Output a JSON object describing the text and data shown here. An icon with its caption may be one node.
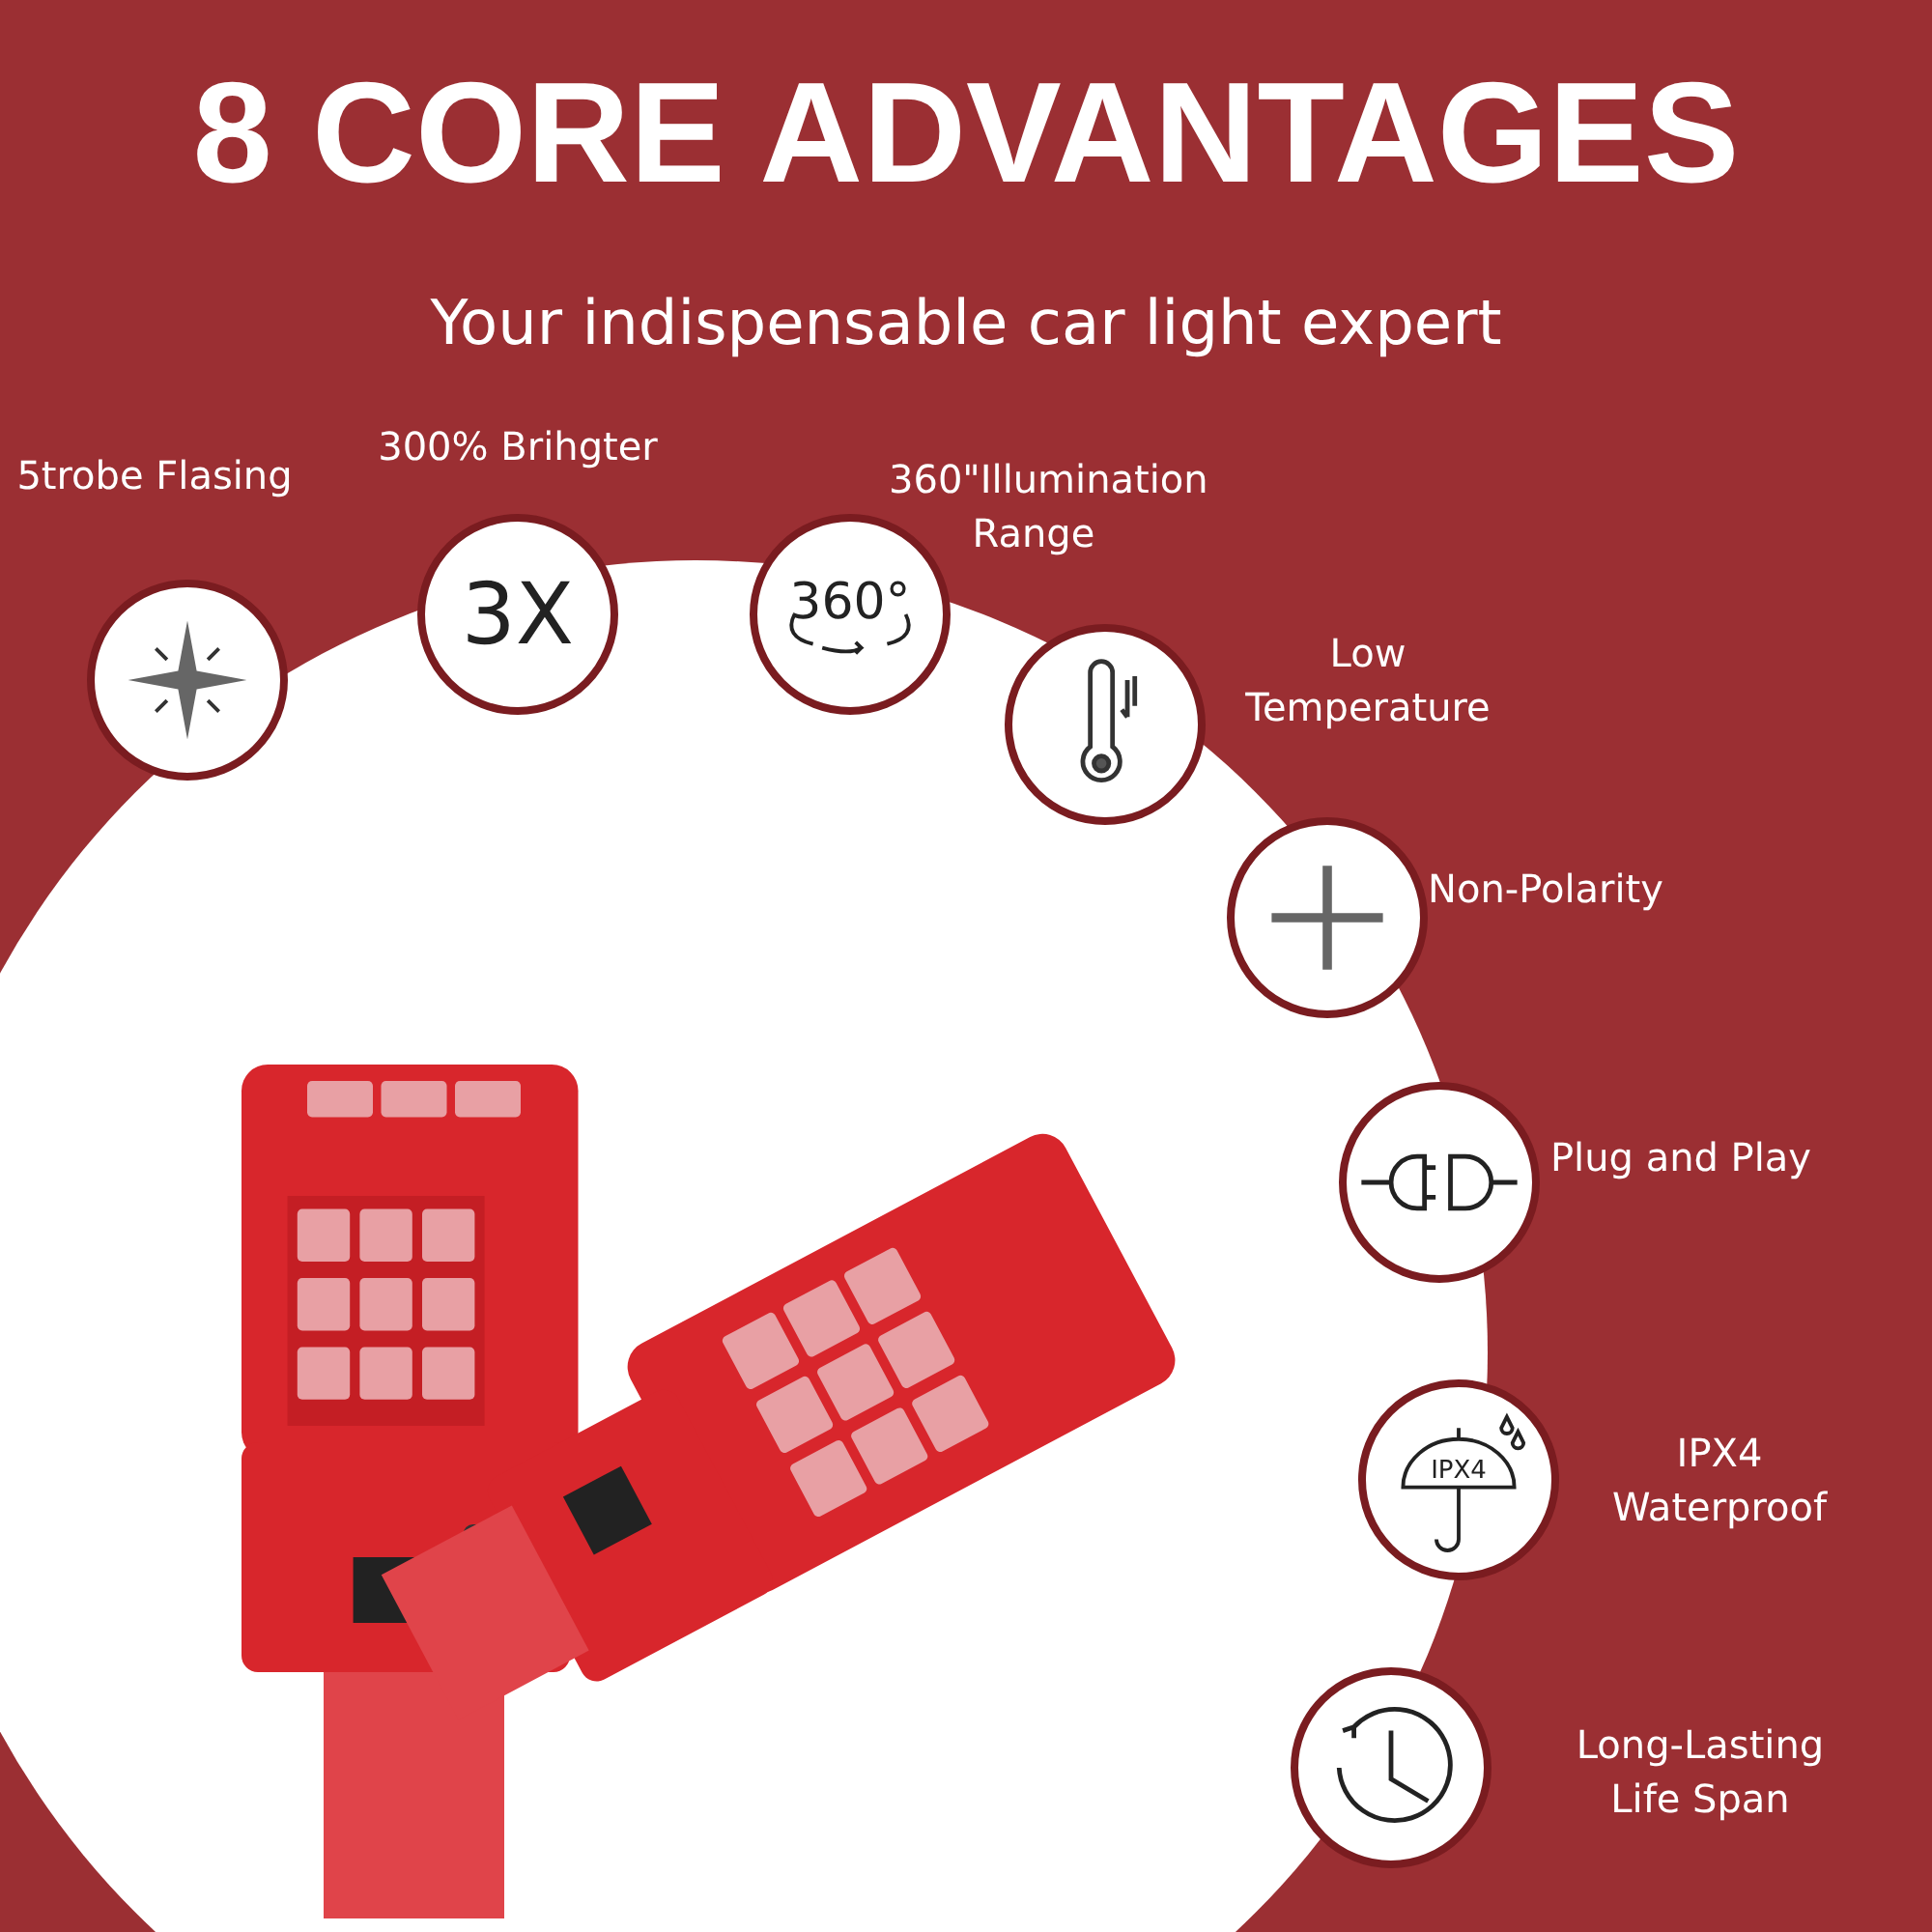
{
  "diagram": {
    "title": "8 CORE ADVANTAGES",
    "caption": "Your indispensable car light expert",
    "nodes": [
      {
        "text": [],
        "shape": "circle",
        "beside": [
          "5trobe Flasing"
        ]
      },
      {
        "text": [
          "3X"
        ],
        "beside": [
          "300% Brihgter"
        ]
      },
      {
        "text": [
          "360°"
        ],
        "beside": [
          "360\"Illumination Range"
        ]
      },
      {
        "text": [],
        "shape": "circle",
        "beside": [
          "Low Temperature"
        ]
      },
      {
        "text": [],
        "shape": "circle",
        "beside": [
          "Non-Polarity"
        ]
      },
      {
        "text": [],
        "shape": "circle",
        "beside": [
          "Plug and Play"
        ]
      },
      {
        "text": [
          "IPX4"
        ],
        "beside": [
          "IPX4 Waterproof"
        ]
      },
      {
        "text": [],
        "shape": "circle",
        "beside": [
          "Long-Lasting Life Span"
        ]
      }
    ]
  }
}
